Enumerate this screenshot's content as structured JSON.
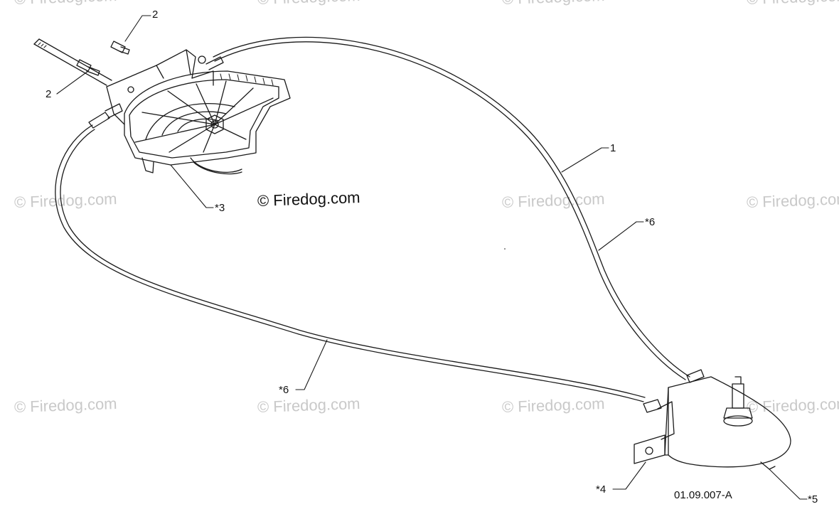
{
  "watermark": {
    "text": "© Firedog.com",
    "color": "#c9c9c9"
  },
  "main_watermark": "© Firedog.com",
  "callouts": {
    "c2_top": "2",
    "c2_left": "2",
    "c3": "*3",
    "c1": "1",
    "c6_right": "*6",
    "c6_left": "*6",
    "c4": "*4",
    "c5": "*5"
  },
  "reference_code": "01.09.007-A",
  "colors": {
    "line": "#1a1a1a",
    "background": "#ffffff"
  }
}
